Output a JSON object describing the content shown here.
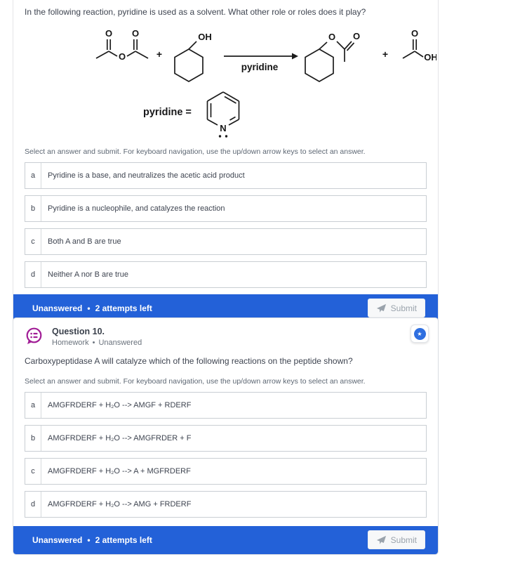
{
  "colors": {
    "footer_blue": "#2361d8",
    "bubble_purple": "#a11d96",
    "action_blue": "#2f6fe0"
  },
  "icons": {
    "card_action_star": "★"
  },
  "question1": {
    "prompt": "In the following reaction, pyridine is used as a solvent. What other role or roles does it play?",
    "reaction": {
      "atom_o": "O",
      "atom_oh": "OH",
      "atom_n": "N",
      "plus": "+",
      "arrow_label": "pyridine",
      "definition_label": "pyridine ="
    },
    "instruction": "Select an answer and submit. For keyboard navigation, use the up/down arrow keys to select an answer.",
    "options": [
      {
        "letter": "a",
        "text": "Pyridine is a base, and neutralizes the acetic acid product"
      },
      {
        "letter": "b",
        "text": "Pyridine is a nucleophile, and catalyzes the reaction"
      },
      {
        "letter": "c",
        "text": "Both A and B are true"
      },
      {
        "letter": "d",
        "text": "Neither A nor B are true"
      }
    ],
    "footer": {
      "status": "Unanswered",
      "separator": "•",
      "attempts": "2 attempts left",
      "submit_label": "Submit"
    }
  },
  "question2": {
    "header": {
      "title": "Question 10.",
      "category": "Homework",
      "separator": "•",
      "status": "Unanswered"
    },
    "prompt": "Carboxypeptidase A will catalyze which of the following reactions on the peptide shown?",
    "instruction": "Select an answer and submit. For keyboard navigation, use the up/down arrow keys to select an answer.",
    "options": [
      {
        "letter": "a",
        "text": "AMGFRDERF + H₂O --> AMGF + RDERF"
      },
      {
        "letter": "b",
        "text": "AMGFRDERF + H₂O --> AMGFRDER + F"
      },
      {
        "letter": "c",
        "text": "AMGFRDERF + H₂O --> A + MGFRDERF"
      },
      {
        "letter": "d",
        "text": "AMGFRDERF + H₂O --> AMG + FRDERF"
      }
    ],
    "footer": {
      "status": "Unanswered",
      "separator": "•",
      "attempts": "2 attempts left",
      "submit_label": "Submit"
    }
  }
}
